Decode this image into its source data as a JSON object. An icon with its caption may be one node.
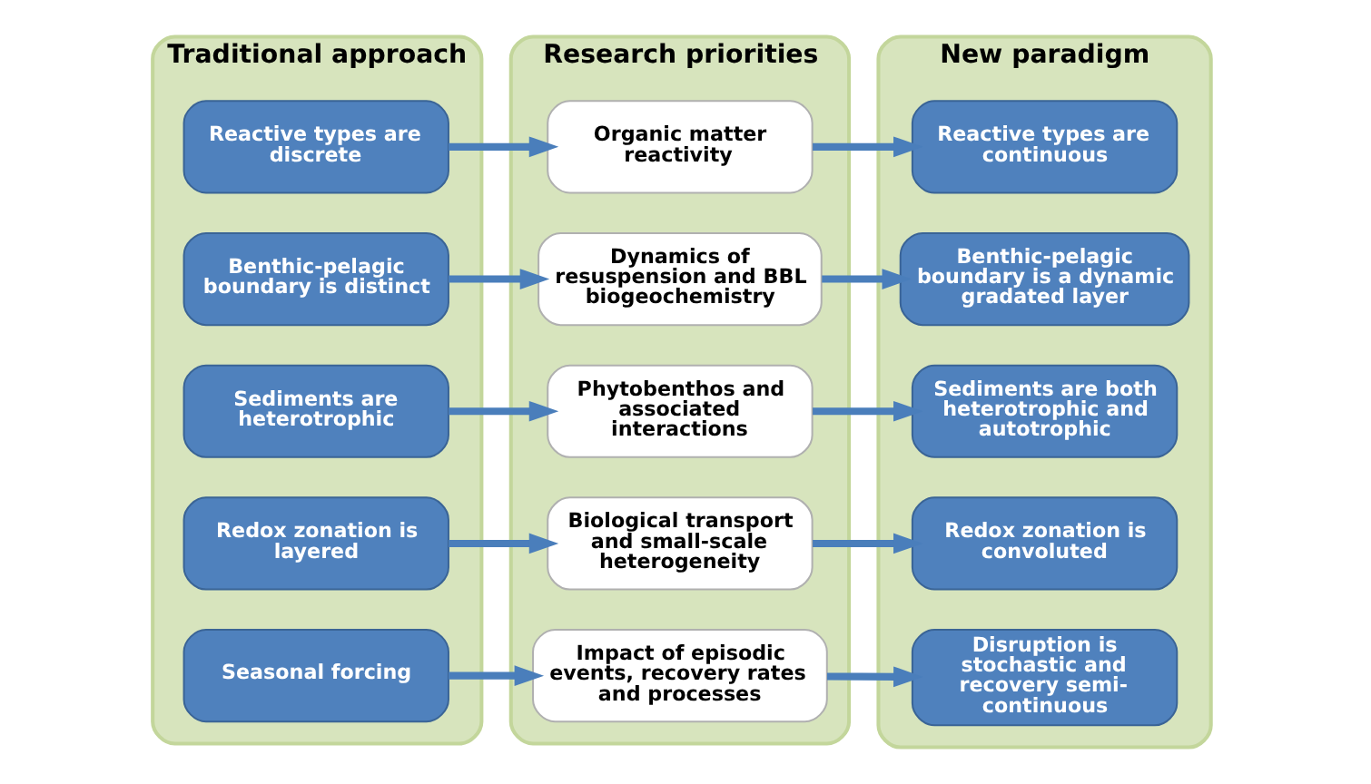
{
  "diagram": {
    "nodes": [
      {
        "text": [
          "Traditional approach"
        ]
      },
      {
        "text": [
          "Reactive types are discrete"
        ],
        "in": 0
      },
      {
        "text": [
          "Benthic-pelagic boundary is distinct"
        ],
        "in": 0
      },
      {
        "text": [
          "Sediments are heterotrophic"
        ],
        "in": 0
      },
      {
        "text": [
          "Redox zonation is layered"
        ],
        "in": 0
      },
      {
        "text": [
          "Seasonal forcing"
        ],
        "in": 0
      },
      {
        "text": [
          "Research priorities"
        ]
      },
      {
        "text": [
          "Organic matter reactivity"
        ],
        "in": 6
      },
      {
        "text": [
          "Dynamics of resuspension and BBL biogeochemistry"
        ],
        "in": 6
      },
      {
        "text": [
          "Phytobenthos and associated interactions"
        ],
        "in": 6
      },
      {
        "text": [
          "Biological transport and small-scale heterogeneity"
        ],
        "in": 6
      },
      {
        "text": [
          "Impact of episodic events, recovery rates and processes"
        ],
        "in": 6
      },
      {
        "text": [
          "New paradigm"
        ]
      },
      {
        "text": [
          "Reactive types are continuous"
        ],
        "in": 12
      },
      {
        "text": [
          "Benthic-pelagic boundary is a dynamic gradated layer"
        ],
        "in": 12
      },
      {
        "text": [
          "Sediments are both heterotrophic and autotrophic"
        ],
        "in": 12
      },
      {
        "text": [
          "Redox zonation is convoluted"
        ],
        "in": 12
      },
      {
        "text": [
          "Disruption is stochastic and recovery semi-continuous"
        ],
        "in": 12
      }
    ],
    "edges": [
      {
        "from": 1,
        "to": 7,
        "arrow": "to"
      },
      {
        "from": 2,
        "to": 8,
        "arrow": "to"
      },
      {
        "from": 3,
        "to": 9,
        "arrow": "to"
      },
      {
        "from": 4,
        "to": 10,
        "arrow": "to"
      },
      {
        "from": 5,
        "to": 11,
        "arrow": "to"
      },
      {
        "from": 7,
        "to": 13,
        "arrow": "to"
      },
      {
        "from": 8,
        "to": 14,
        "arrow": "to"
      },
      {
        "from": 9,
        "to": 15,
        "arrow": "to"
      },
      {
        "from": 10,
        "to": 16,
        "arrow": "to"
      },
      {
        "from": 11,
        "to": 17,
        "arrow": "to"
      }
    ]
  }
}
